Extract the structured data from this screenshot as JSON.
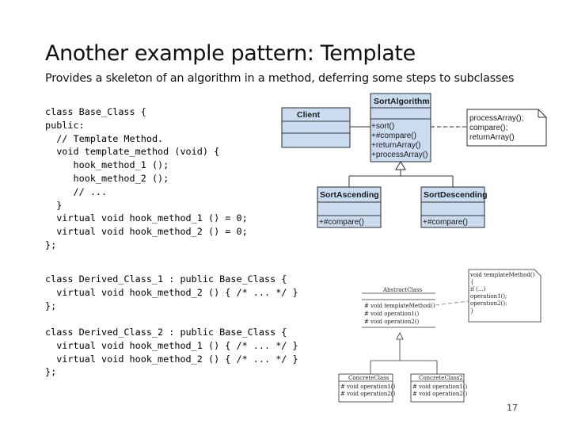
{
  "slide": {
    "title": "Another example pattern: Template",
    "subtitle": "Provides a skeleton of an algorithm in a method, deferring some steps to subclasses",
    "page_number": "17"
  },
  "code_blocks": [
    "class Base_Class {\npublic:\n  // Template Method.\n  void template_method (void) {\n     hook_method_1 ();\n     hook_method_2 ();\n     // ...\n  }\n  virtual void hook_method_1 () = 0;\n  virtual void hook_method_2 () = 0;\n};",
    "class Derived_Class_1 : public Base_Class {\n  virtual void hook_method_2 () { /* ... */ }\n};",
    "class Derived_Class_2 : public Base_Class {\n  virtual void hook_method_1 () { /* ... */ }\n  virtual void hook_method_2 () { /* ... */ }\n};"
  ],
  "uml_sort": {
    "client": "Client",
    "sort_algorithm": {
      "name": "SortAlgorithm",
      "methods": [
        "+sort()",
        "+#compare()",
        "+returnArray()",
        "+processArray()"
      ]
    },
    "note_lines": [
      "processArray();",
      "compare();",
      "returnArray()"
    ],
    "sort_ascending": {
      "name": "SortAscending",
      "method": "+#compare()"
    },
    "sort_descending": {
      "name": "SortDescending",
      "method": "+#compare()"
    }
  },
  "uml_template": {
    "abstract_class": {
      "name": "AbstractClass",
      "methods": [
        "# void templateMethod()",
        "# void operation1()",
        "# void operation2()"
      ]
    },
    "note_lines": [
      "void templateMethod()",
      "{",
      "  if (...)",
      "    operation1();",
      "  operation2();",
      "}"
    ],
    "concrete_class": {
      "name": "ConcreteClass",
      "methods": [
        "# void operation1()",
        "# void operation2()"
      ]
    },
    "concrete_class_2": {
      "name": "ConcreteClass2",
      "methods": [
        "# void operation1()",
        "# void operation2()"
      ]
    }
  },
  "colors": {
    "uml_box_fill": "#cbdcf0",
    "uml_stroke": "#2b2b2b",
    "text": "#111111"
  }
}
